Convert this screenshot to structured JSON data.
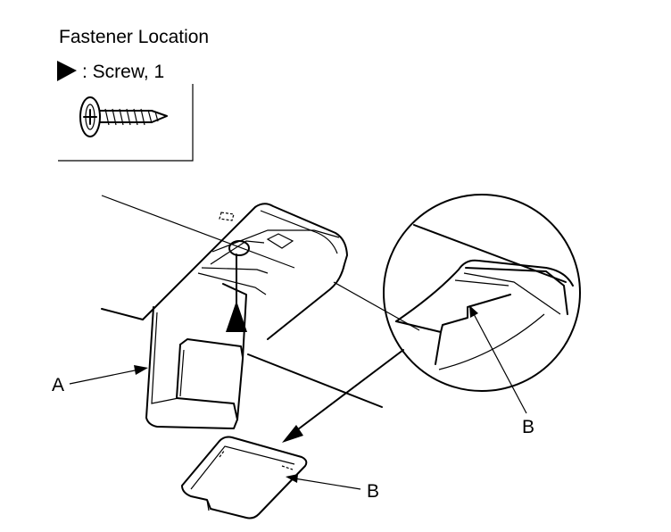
{
  "legend": {
    "title": "Fastener Location",
    "screw_label": ": Screw, 1",
    "screw_icon": "screw-icon",
    "marker_icon": "triangle-arrow-icon"
  },
  "callouts": {
    "a": "A",
    "b_detail": "B",
    "b_cover": "B"
  }
}
